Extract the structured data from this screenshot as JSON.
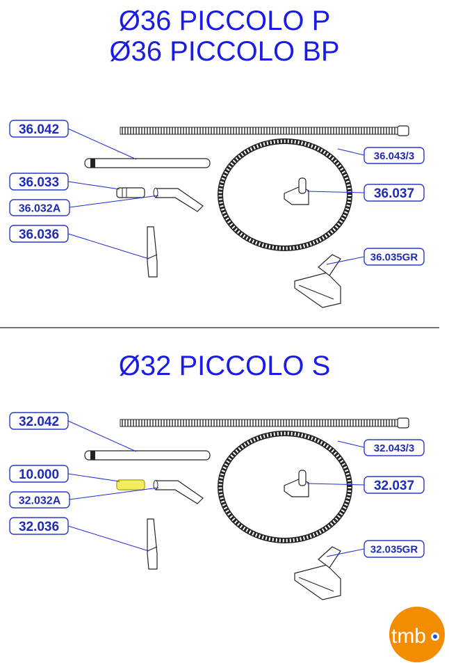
{
  "titles": {
    "line1": "Ø36 PICCOLO P",
    "line2": "Ø36 PICCOLO BP",
    "line3": "Ø32 PICCOLO S"
  },
  "sections": [
    {
      "labels": {
        "a": "36.042",
        "b": "36.043/3",
        "c": "36.033",
        "d": "36.032A",
        "e": "36.037",
        "f": "36.036",
        "g": "36.035GR"
      }
    },
    {
      "labels": {
        "a": "32.042",
        "b": "32.043/3",
        "c": "10.000",
        "d": "32.032A",
        "e": "32.037",
        "f": "32.036",
        "g": "32.035GR"
      }
    }
  ],
  "logo": {
    "text": "tmb"
  },
  "colors": {
    "title": "#1b1be6",
    "label_border": "#2a3bbf",
    "label_text": "#1f2bb4",
    "leader": "#1a2bd8",
    "highlight": "#f3ec5e",
    "logo": "#f28c00"
  }
}
